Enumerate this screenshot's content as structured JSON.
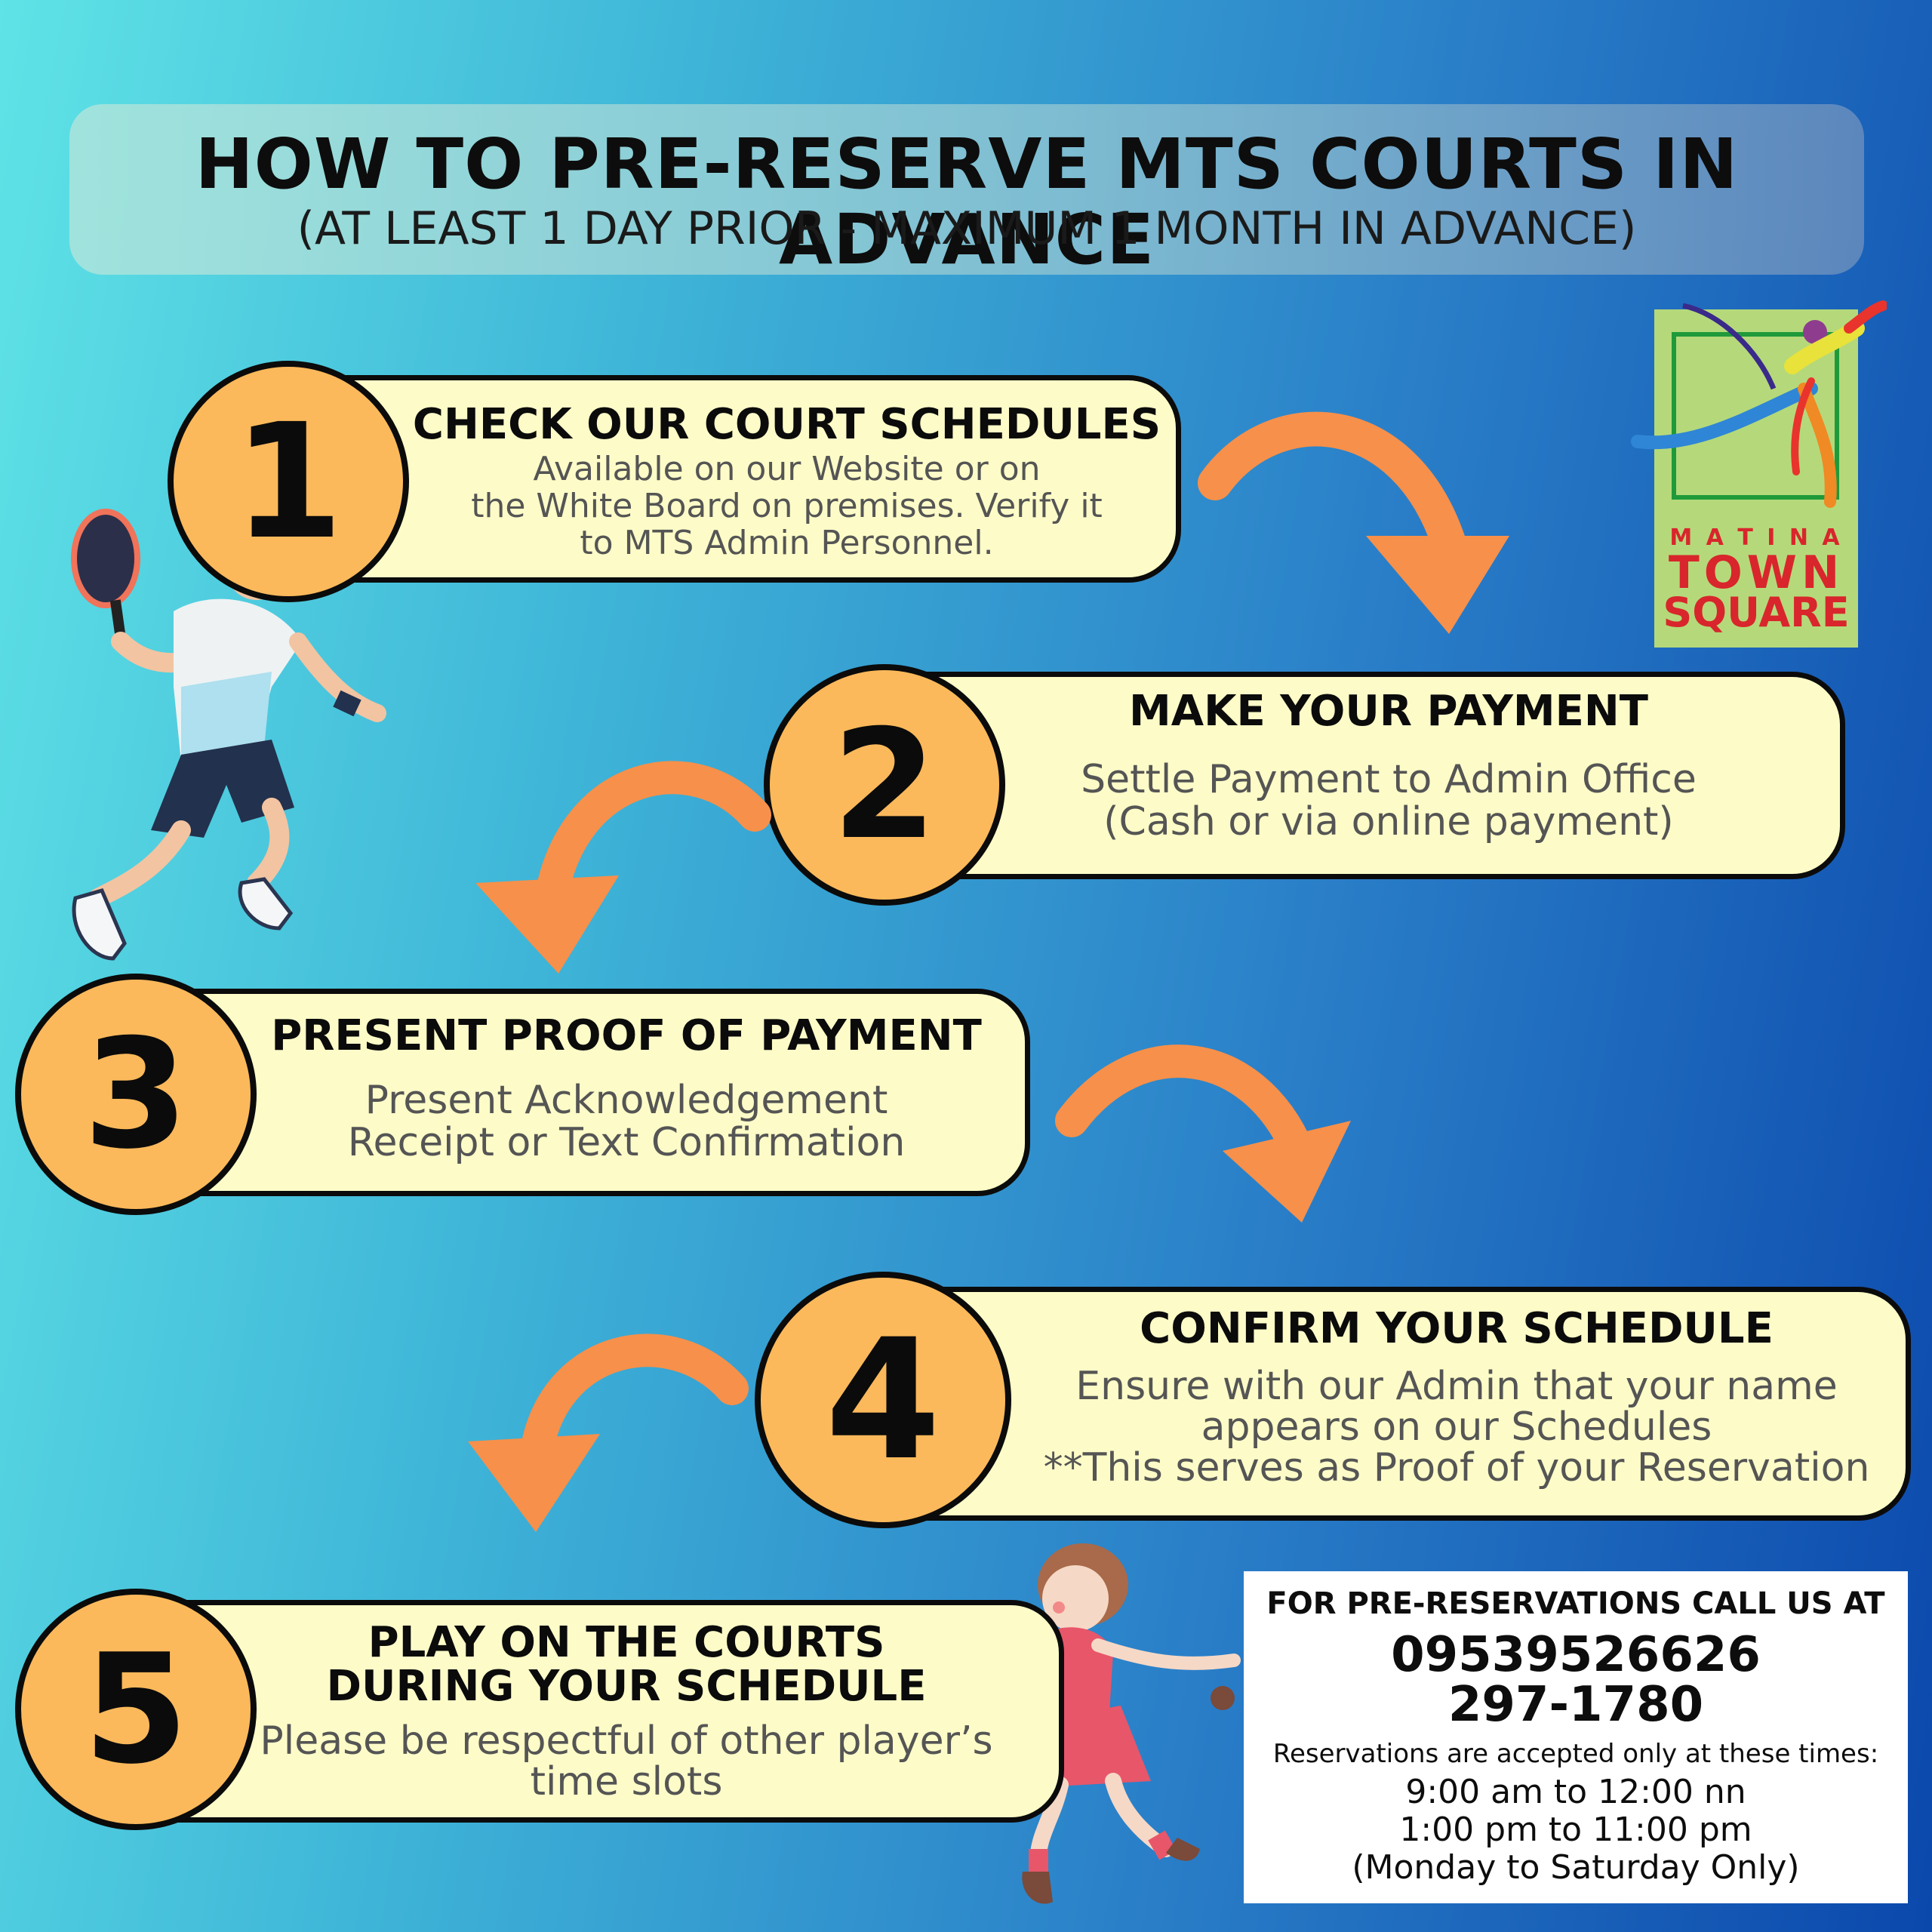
{
  "header": {
    "title": "HOW TO PRE-RESERVE MTS COURTS IN ADVANCE",
    "subtitle": "(AT LEAST 1 DAY PRIOR - MAXIMUM 1 MONTH IN ADVANCE)"
  },
  "logo": {
    "line1": "M A T I N A",
    "line2": "TOWN",
    "line3": "SQUARE"
  },
  "steps": [
    {
      "number": "1",
      "title": "CHECK OUR COURT SCHEDULES",
      "lines": [
        "Available on our Website or on",
        "the White Board on premises. Verify it",
        "to MTS Admin Personnel."
      ]
    },
    {
      "number": "2",
      "title": "MAKE YOUR PAYMENT",
      "lines": [
        "Settle Payment to Admin Office",
        "(Cash  or via online payment)"
      ]
    },
    {
      "number": "3",
      "title": "PRESENT PROOF OF PAYMENT",
      "lines": [
        "Present Acknowledgement",
        "Receipt or Text Confirmation"
      ]
    },
    {
      "number": "4",
      "title": "CONFIRM YOUR SCHEDULE",
      "lines": [
        "Ensure with our Admin that your name",
        "appears on our Schedules",
        "**This serves as Proof of your Reservation"
      ]
    },
    {
      "number": "5",
      "title_lines": [
        "PLAY ON THE COURTS",
        "DURING YOUR SCHEDULE"
      ],
      "lines": [
        "Please be respectful of other player’s",
        "time slots"
      ]
    }
  ],
  "contact": {
    "heading": "FOR PRE-RESERVATIONS CALL US AT",
    "phone1": "09539526626",
    "phone2": "297-1780",
    "note": "Reservations are accepted only at these times:",
    "times": [
      "9:00 am to 12:00 nn",
      "1:00 pm to 11:00 pm",
      "(Monday to Saturday Only)"
    ]
  },
  "colors": {
    "pill_bg": "#fdfcc8",
    "circle": "#fbb95b",
    "arrow": "#f7904a",
    "logo_bg": "#b5d97a",
    "logo_text": "#d8262c"
  }
}
